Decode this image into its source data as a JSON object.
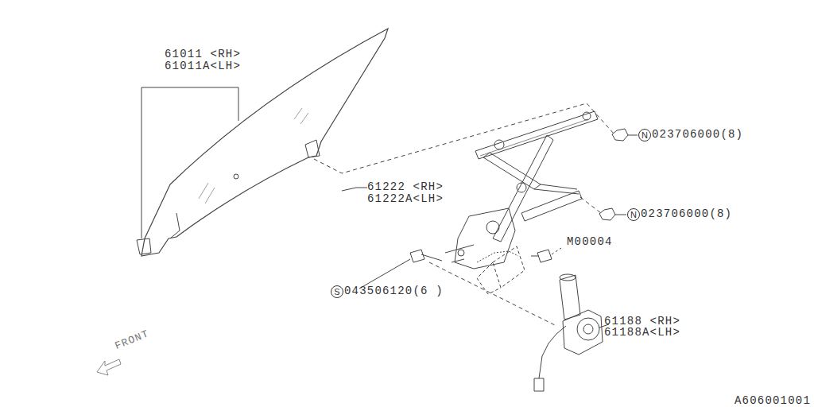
{
  "diagram": {
    "nodes": [
      {
        "text": [
          "N"
        ]
      },
      {
        "text": [
          "N"
        ]
      },
      {
        "text": [
          "S"
        ]
      }
    ],
    "labels": [
      "61011 <RH>",
      "61011A<LH>",
      "61222 <RH>",
      "61222A<LH>",
      "023706000(8)",
      "023706000(8)",
      "M00004",
      "043506120(6 )",
      "61188 <RH>",
      "61188A<LH>",
      "FRONT",
      "A606001001"
    ]
  }
}
